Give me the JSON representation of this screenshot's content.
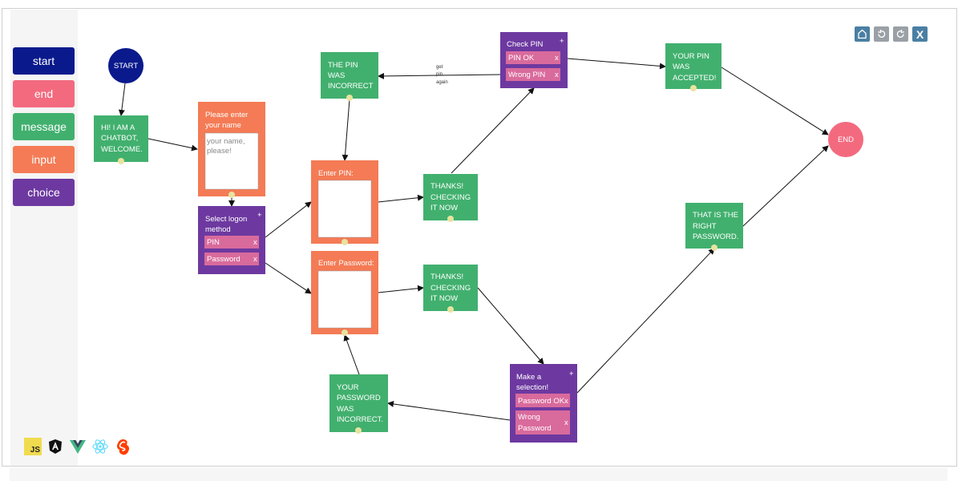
{
  "palette": {
    "items": [
      {
        "label": "start",
        "color": "#0a1a8c"
      },
      {
        "label": "end",
        "color": "#f36a7f"
      },
      {
        "label": "message",
        "color": "#41b06e"
      },
      {
        "label": "input",
        "color": "#f47b55"
      },
      {
        "label": "choice",
        "color": "#6d39a0"
      }
    ]
  },
  "toolbar": {
    "home_icon": "home-icon",
    "undo_icon": "undo-icon",
    "redo_icon": "redo-icon",
    "close_label": "X"
  },
  "tech_icons": [
    "JS",
    "angular-icon",
    "vue-icon",
    "react-icon",
    "svelte-icon"
  ],
  "tech": {
    "js_label": "JS"
  },
  "flow": {
    "start": {
      "label": "START"
    },
    "end": {
      "label": "END"
    },
    "welcome": {
      "lines": [
        "HI! I AM A",
        "CHATBOT,",
        "WELCOME."
      ]
    },
    "ask_name": {
      "lines": [
        "Please enter",
        "your name"
      ],
      "placeholder_lines": [
        "your name,",
        "please!"
      ]
    },
    "logon": {
      "lines": [
        "Select logon",
        "method"
      ],
      "add": "+",
      "options": [
        {
          "label": "PIN",
          "remove": "x"
        },
        {
          "label": "Password",
          "remove": "x"
        }
      ]
    },
    "pin_incorrect": {
      "lines": [
        "THE PIN",
        "WAS",
        "INCORRECT"
      ]
    },
    "enter_pin": {
      "title": "Enter PIN:"
    },
    "enter_password": {
      "title": "Enter Password:"
    },
    "checking_pin": {
      "lines": [
        "THANKS!",
        "CHECKING",
        "IT NOW"
      ]
    },
    "checking_password": {
      "lines": [
        "THANKS!",
        "CHECKING",
        "IT NOW"
      ]
    },
    "check_pin": {
      "lines": [
        "Check PIN"
      ],
      "add": "+",
      "options": [
        {
          "label": "PIN OK",
          "remove": "x"
        },
        {
          "label": "Wrong PIN",
          "remove": "x"
        }
      ]
    },
    "pin_accepted": {
      "lines": [
        "YOUR PIN",
        "WAS",
        "ACCEPTED!"
      ]
    },
    "right_password": {
      "lines": [
        "THAT IS THE",
        "RIGHT",
        "PASSWORD."
      ]
    },
    "make_selection": {
      "lines": [
        "Make a",
        "selection!"
      ],
      "add": "+",
      "options": [
        {
          "label": "Password OK",
          "remove": "x"
        },
        {
          "label": "Wrong",
          "label2": "Password",
          "remove": "x"
        }
      ]
    },
    "password_incorrect": {
      "lines": [
        "YOUR",
        "PASSWORD",
        "WAS",
        "INCORRECT."
      ]
    },
    "edge_label_lines": [
      "get",
      "pin",
      "again"
    ]
  },
  "colors": {
    "message": "#41b06e",
    "input": "#f47b55",
    "choice": "#6d39a0",
    "option": "#d96a9c",
    "start": "#0a1a8c",
    "end": "#f36a7f",
    "port": "#e8e3a0",
    "toolbar": "#4a7fa3",
    "toolbar_disabled": "#9aa0a6"
  }
}
